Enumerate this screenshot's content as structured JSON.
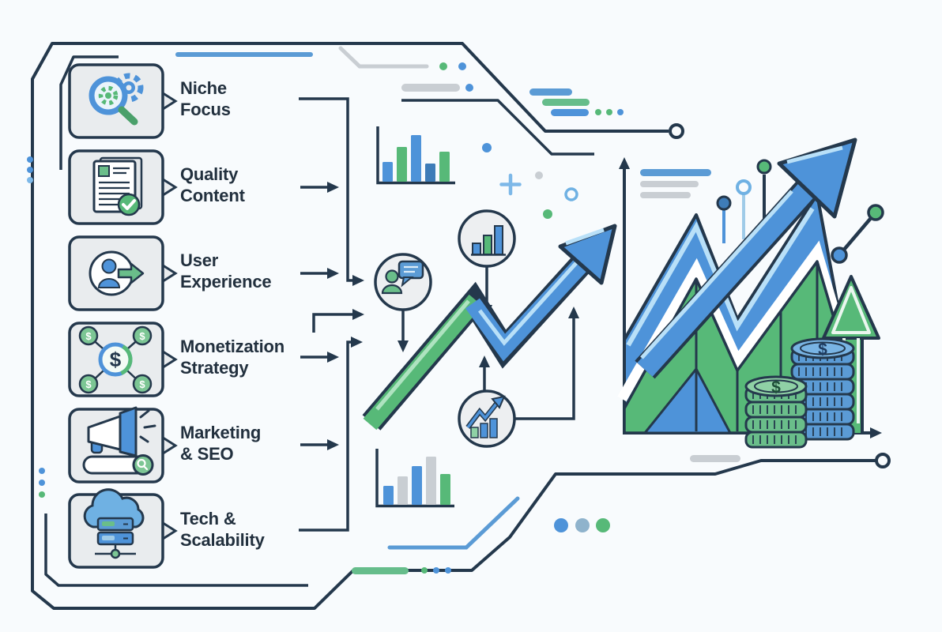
{
  "currency_symbol": "$",
  "steps": [
    {
      "line1": "Niche",
      "line2": "Focus",
      "icon": "magnifier-gear-icon"
    },
    {
      "line1": "Quality",
      "line2": "Content",
      "icon": "documents-check-icon"
    },
    {
      "line1": "User",
      "line2": "Experience",
      "icon": "user-arrow-icon"
    },
    {
      "line1": "Monetization",
      "line2": "Strategy",
      "icon": "dollar-network-icon"
    },
    {
      "line1": "Marketing",
      "line2": "& SEO",
      "icon": "megaphone-search-icon"
    },
    {
      "line1": "Tech &",
      "line2": "Scalability",
      "icon": "cloud-server-icon"
    }
  ],
  "badge_icons": [
    "speech-person-icon",
    "mini-bar-chart-icon",
    "trend-line-icon"
  ],
  "colors": {
    "navy": "#24384c",
    "blue": "#4e93d9",
    "steel_blue": "#3e7cb8",
    "sky_blue": "#6fb1e3",
    "light_blue": "#b9e0f8",
    "green": "#57b978",
    "mid_green": "#66bd8b",
    "light_green": "#8fd1a5",
    "gray": "#c9ced3",
    "box_fill": "#e9ecee",
    "background": "#f8fbfd"
  },
  "mini_charts": {
    "top": {
      "type": "bar",
      "bar_colors": [
        "blue",
        "green",
        "blue",
        "steel_blue",
        "green"
      ],
      "bar_heights": [
        25,
        44,
        59,
        23,
        38
      ]
    },
    "bottom": {
      "type": "bar",
      "bar_colors": [
        "blue",
        "gray",
        "blue",
        "gray",
        "green"
      ],
      "bar_heights": [
        24,
        36,
        49,
        61,
        39
      ]
    }
  }
}
